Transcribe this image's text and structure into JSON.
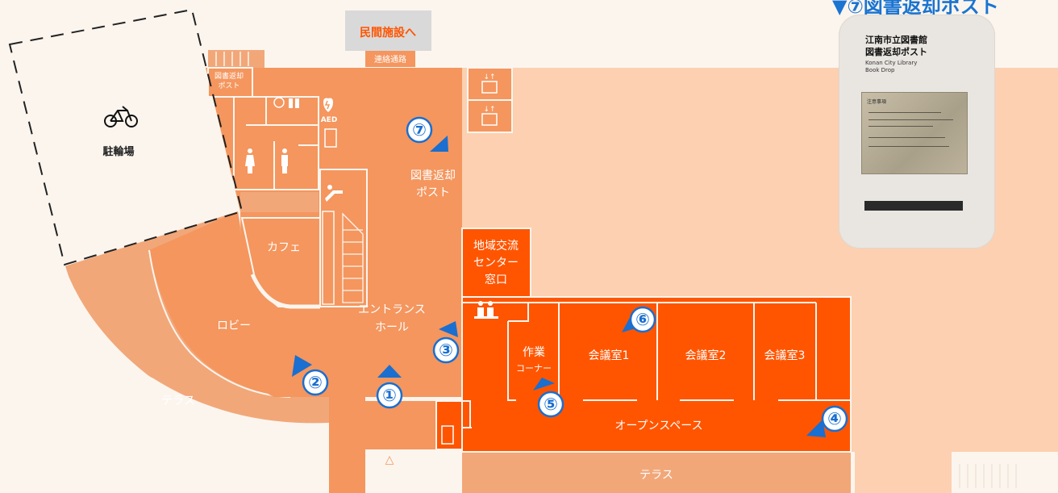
{
  "map": {
    "to_private_facility": "民間施設へ",
    "connecting_passage": "連絡通路",
    "book_return_small": "図書返却",
    "book_return_small_2": "ポスト",
    "bicycle_parking": "駐輪場",
    "aed": "AED",
    "book_return_post_line1": "図書返却",
    "book_return_post_line2": "ポスト",
    "cafe": "カフェ",
    "lobby": "ロビー",
    "entrance_hall_line1": "エントランス",
    "entrance_hall_line2": "ホール",
    "terrace_left": "テラス",
    "terrace_bottom": "テラス",
    "community_center_line1": "地域交流",
    "community_center_line2": "センター",
    "community_center_line3": "窓口",
    "work_corner_line1": "作業",
    "work_corner_line2": "コーナー",
    "meeting_room_1": "会議室1",
    "meeting_room_2": "会議室2",
    "meeting_room_3": "会議室3",
    "open_space": "オープンスペース",
    "triangle_symbol": "△"
  },
  "markers": [
    "①",
    "②",
    "③",
    "④",
    "⑤",
    "⑥",
    "⑦"
  ],
  "photo": {
    "heading": "▼⑦図書返却ポスト",
    "sign_line1": "江南市立図書館",
    "sign_line2": "図書返却ポスト",
    "sign_en_line1": "Konan City Library",
    "sign_en_line2": "Book Drop",
    "notice_title": "注意事項"
  },
  "colors": {
    "main_area": "#f4965e",
    "outer_area": "#f2a779",
    "accent_red": "#ff5500",
    "light_area": "#fcd0b0",
    "marker_blue": "#1a6fd0",
    "background": "#fbf5ee"
  }
}
